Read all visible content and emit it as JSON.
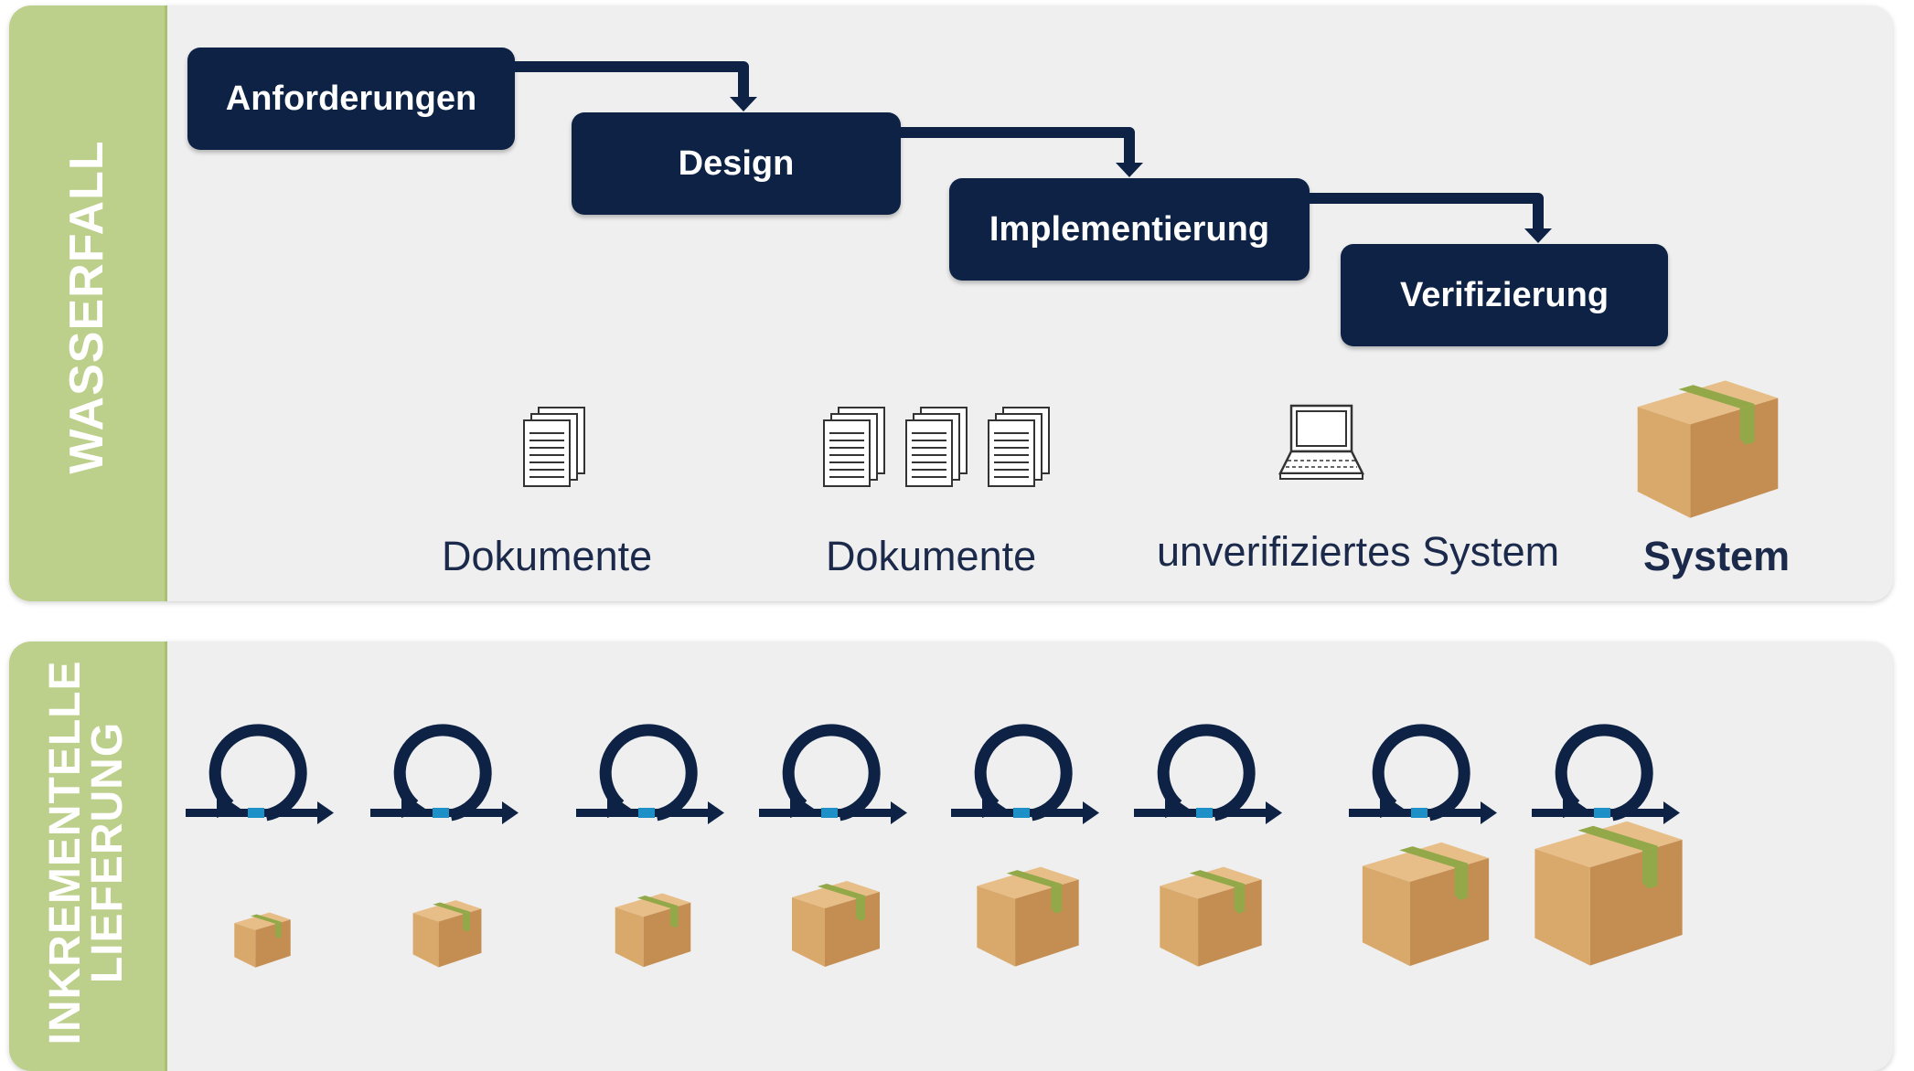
{
  "colors": {
    "phase_box": "#0d2244",
    "side_band": "#bccf8b",
    "panel": "#efefef",
    "caption_text": "#1b2a4a",
    "loop_accent": "#1e90c8",
    "box_front": "#d9a96c",
    "box_side": "#c48e52",
    "box_top": "#e7be88",
    "tape": "#93a848"
  },
  "waterfall": {
    "label": "WASSERFALL",
    "phases": [
      "Anforderungen",
      "Design",
      "Implementierung",
      "Verifizierung"
    ],
    "artifacts": [
      {
        "icon": "document-stack-icon",
        "caption": "Dokumente"
      },
      {
        "icon": "document-stacks-icon",
        "caption": "Dokumente"
      },
      {
        "icon": "laptop-icon",
        "caption": "unverifiziertes System"
      },
      {
        "icon": "package-box-icon",
        "caption": "System"
      }
    ]
  },
  "incremental": {
    "label_line1": "INKREMENTELLE",
    "label_line2": "LIEFERUNG",
    "iterations": 8,
    "loop_icon": "iteration-loop-icon",
    "package_icon": "package-box-icon"
  }
}
